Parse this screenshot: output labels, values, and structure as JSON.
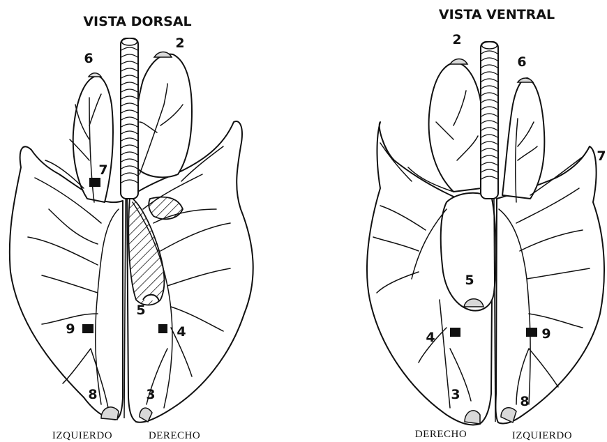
{
  "dorsal": {
    "title": "VISTA DORSAL",
    "left_side_label": "IZQUIERDO",
    "right_side_label": "DERECHO",
    "labels": {
      "n2": "2",
      "n3": "3",
      "n4": "4",
      "n5": "5",
      "n6": "6",
      "n7": "7",
      "n8": "8",
      "n9": "9"
    }
  },
  "ventral": {
    "title": "VISTA VENTRAL",
    "left_side_label": "DERECHO",
    "right_side_label": "IZQUIERDO",
    "labels": {
      "n2": "2",
      "n3": "3",
      "n4": "4",
      "n5": "5",
      "n6": "6",
      "n7": "7",
      "n8": "8",
      "n9": "9"
    }
  },
  "colors": {
    "ink": "#111111",
    "lobe_tip": "#d9d9d9",
    "background": "#ffffff"
  }
}
